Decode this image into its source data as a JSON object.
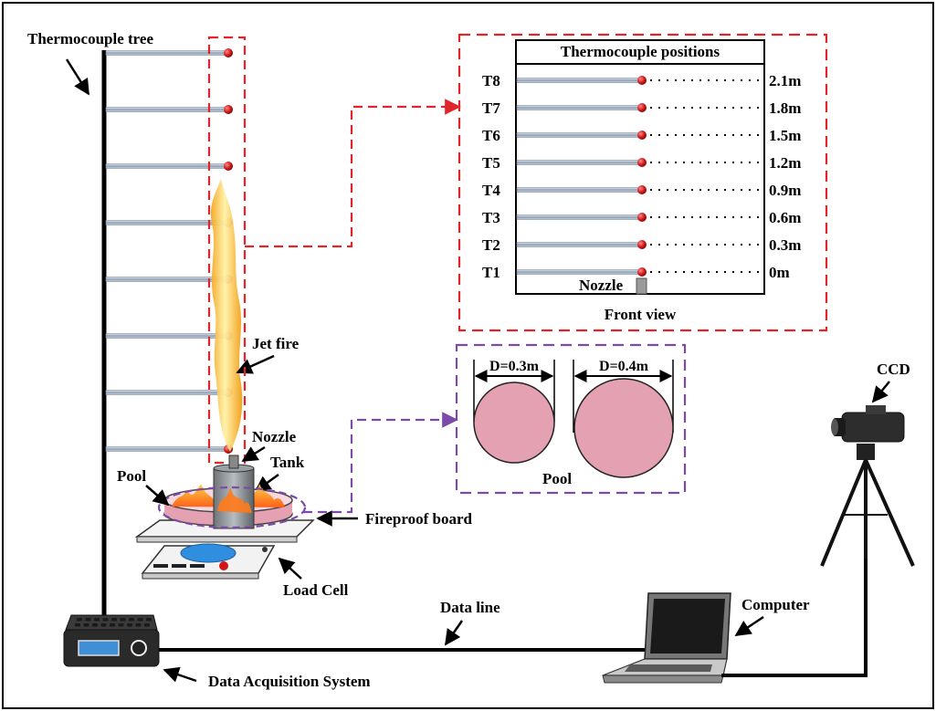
{
  "labels": {
    "thermocouple_tree": "Thermocouple tree",
    "jet_fire": "Jet fire",
    "nozzle": "Nozzle",
    "tank": "Tank",
    "pool": "Pool",
    "fireproof_board": "Fireproof board",
    "load_cell": "Load Cell",
    "data_line": "Data line",
    "data_acquisition_system": "Data Acquisition System",
    "computer": "Computer",
    "ccd": "CCD"
  },
  "front_view": {
    "title": "Thermocouple positions",
    "caption": "Front view",
    "nozzle_label": "Nozzle",
    "thermocouples": [
      {
        "id": "T8",
        "height": "2.1m"
      },
      {
        "id": "T7",
        "height": "1.8m"
      },
      {
        "id": "T6",
        "height": "1.5m"
      },
      {
        "id": "T5",
        "height": "1.2m"
      },
      {
        "id": "T4",
        "height": "0.9m"
      },
      {
        "id": "T3",
        "height": "0.6m"
      },
      {
        "id": "T2",
        "height": "0.3m"
      },
      {
        "id": "T1",
        "height": "0m"
      }
    ]
  },
  "pool_view": {
    "caption": "Pool",
    "diameters": [
      "D=0.3m",
      "D=0.4m"
    ]
  },
  "colors": {
    "callout_red": "#e0262b",
    "callout_purple": "#7c4aa8",
    "pool_pink": "#e4a1b1",
    "flame_yellow": "#f7d23a",
    "sensor_red": "#d01818",
    "load_cell_blue": "#2f8ee0"
  }
}
